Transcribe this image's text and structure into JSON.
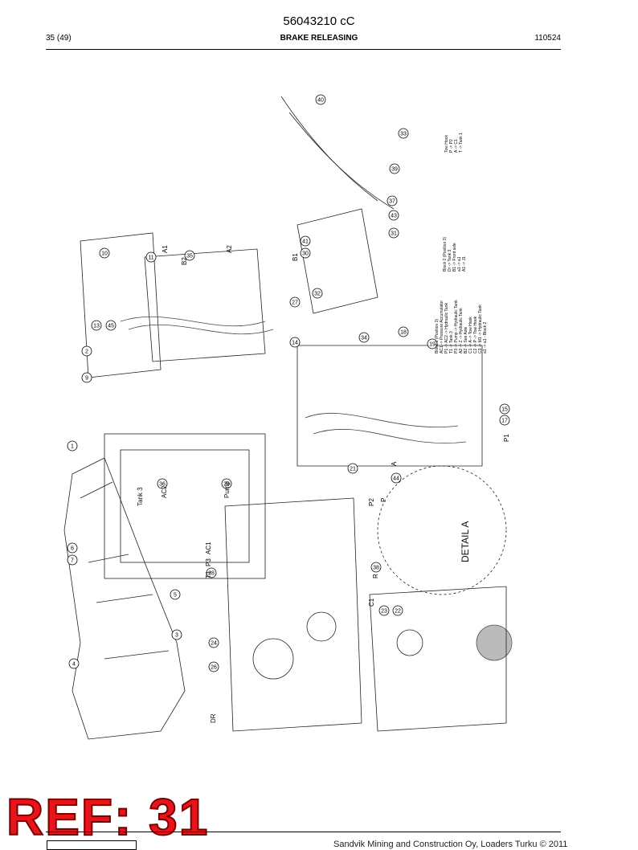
{
  "header": {
    "doc_number": "56043210 cC",
    "page": "35 (49)",
    "title": "BRAKE RELEASING",
    "date": "110524"
  },
  "drawing": {
    "callouts": [
      "1",
      "2",
      "3",
      "4",
      "5",
      "6",
      "7",
      "9",
      "10",
      "11",
      "13",
      "14",
      "15",
      "17",
      "18",
      "19",
      "21",
      "22",
      "23",
      "24",
      "26",
      "27",
      "28",
      "29",
      "30",
      "31",
      "32",
      "33",
      "34",
      "35",
      "36",
      "37",
      "38",
      "39",
      "40",
      "41",
      "43",
      "44",
      "45"
    ],
    "labels": {
      "tank3": "Tank 3",
      "ac2": "AC2",
      "pump": "Pump",
      "t1": "T1",
      "p3": "P3",
      "ac1": "AC1",
      "dr": "DR",
      "a1": "A1",
      "a2": "A2",
      "b1": "B1",
      "b2": "B2",
      "p1": "P1",
      "p2": "P2",
      "c1": "C1",
      "r": "R",
      "p": "P",
      "a": "A",
      "detail_a": "DETAIL A"
    },
    "notes": {
      "block1_title": "Block 1 (Position 3)",
      "block1_lines": [
        "AC1 -> Pressure Accumulator",
        "P1 -> AC2 -> Hydraulic Tank",
        "T1 -> Tank 3",
        "P3 -> Pump -> Hydraulic Tank",
        "A2 -> Z -> Hydraulic Tank",
        "B2 -> See Axle",
        "C1 -> A -> Tow Hook",
        "C2 -> P -> Tow Hook",
        "C3 -> M1 -> Hydraulic Tank",
        "a1 -> a1 - Block 2"
      ],
      "block2_title": "Block 2 (Position 3)",
      "block2_lines": [
        "Dr -> Tank 3",
        "B1 -> Front axle",
        "a1 -> a1",
        "A1 -> J1"
      ],
      "towhook_title": "Tow Hook",
      "towhook_lines": [
        "P -> P2",
        "A -> C1",
        "T -> Tank 1"
      ]
    }
  },
  "stamp": {
    "text": "REF: 31"
  },
  "footer": {
    "copyright": "Sandvik Mining and Construction Oy, Loaders Turku © 2011"
  }
}
